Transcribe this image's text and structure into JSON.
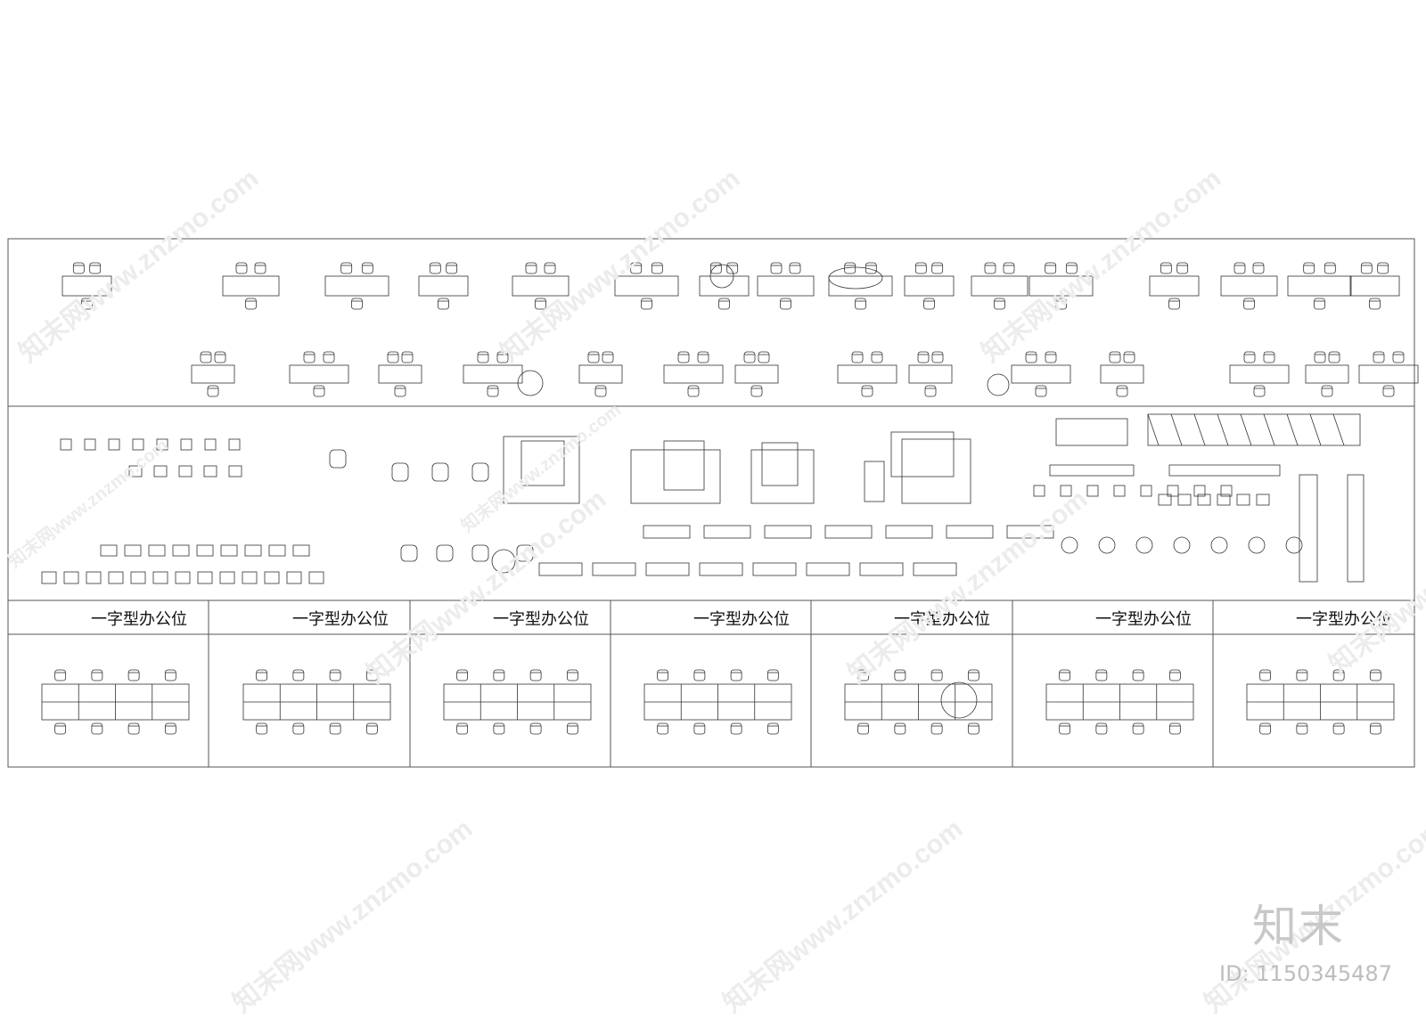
{
  "workstations": {
    "titles": [
      "一字型办公位",
      "一字型办公位",
      "一字型办公位",
      "一字型办公位",
      "一字型办公位",
      "一字型办公位",
      "一字型办公位"
    ]
  },
  "watermark": {
    "text": "知末网www.znzmo.com"
  },
  "brand": {
    "logo": "知末",
    "asset_id": "ID: 1150345487"
  },
  "colors": {
    "line": "#333333",
    "frame": "#555555",
    "watermark": "#ececec",
    "logo": "#c8c8c8"
  }
}
